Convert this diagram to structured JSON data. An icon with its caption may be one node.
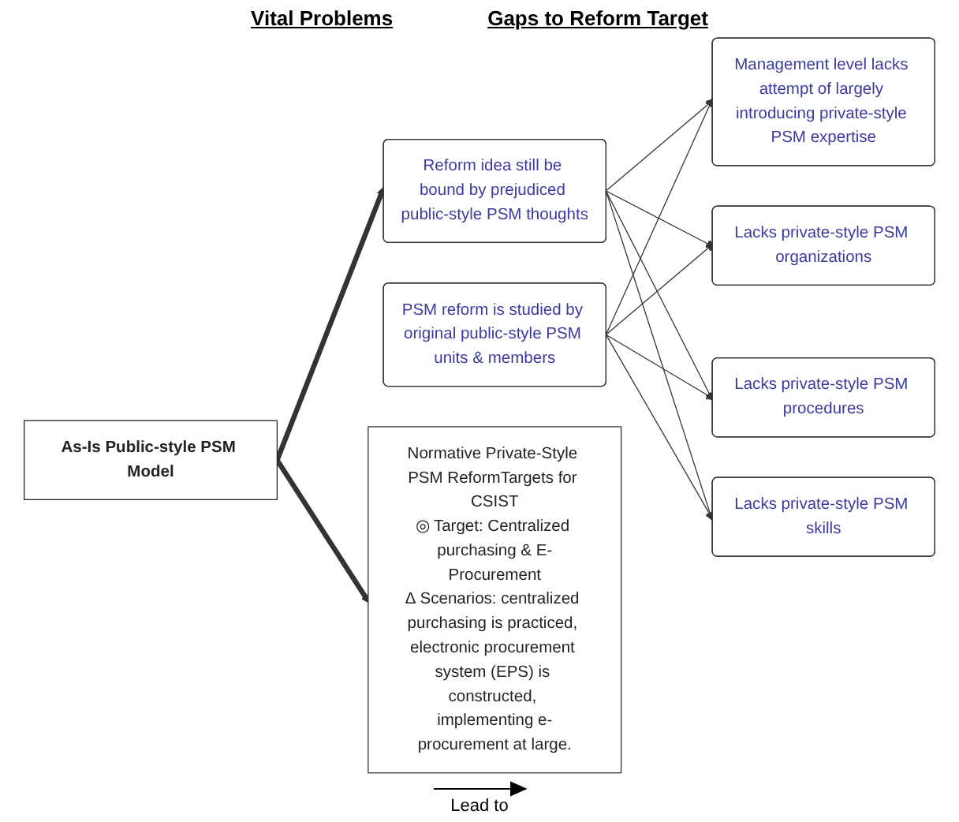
{
  "diagram": {
    "nodes": [
      {
        "text": [
          "Normative Private-Style PSM ReformTargets for CSIST",
          "◎ Target: Centralized purchasing & E-Procurement",
          "∆ Scenarios: centralized purchasing is practiced, electronic procurement system (EPS) is constructed, implementing e-procurement at large."
        ]
      },
      {
        "text": [
          "As-Is Public-style PSM Model"
        ]
      },
      {
        "text": [
          "Reform idea still be bound by prejudiced public-style PSM thoughts"
        ]
      },
      {
        "text": [
          "PSM reform is studied by original public-style PSM units & members"
        ]
      },
      {
        "text": [
          "Management level lacks attempt of largely introducing private-style PSM expertise"
        ]
      },
      {
        "text": [
          "Lacks private-style PSM organizations"
        ]
      },
      {
        "text": [
          "Lacks private-style PSM procedures"
        ]
      },
      {
        "text": [
          "Lacks private-style PSM skills"
        ]
      }
    ],
    "edges": [
      {
        "from": 1,
        "to": 0,
        "arrow": "to",
        "style": "thick"
      },
      {
        "from": 1,
        "to": 2,
        "arrow": "to",
        "style": "thick"
      },
      {
        "from": 2,
        "to": 4,
        "arrow": "to"
      },
      {
        "from": 2,
        "to": 5,
        "arrow": "to"
      },
      {
        "from": 2,
        "to": 6,
        "arrow": "to"
      },
      {
        "from": 2,
        "to": 7,
        "arrow": "to"
      },
      {
        "from": 3,
        "to": 4,
        "arrow": "to"
      },
      {
        "from": 3,
        "to": 5,
        "arrow": "to"
      },
      {
        "from": 3,
        "to": 6,
        "arrow": "to"
      },
      {
        "from": 3,
        "to": 7,
        "arrow": "to"
      }
    ],
    "labels": [
      "Vital Problems",
      "Gaps to Reform Target"
    ],
    "legend": [
      {
        "text": "Lead to"
      }
    ]
  }
}
